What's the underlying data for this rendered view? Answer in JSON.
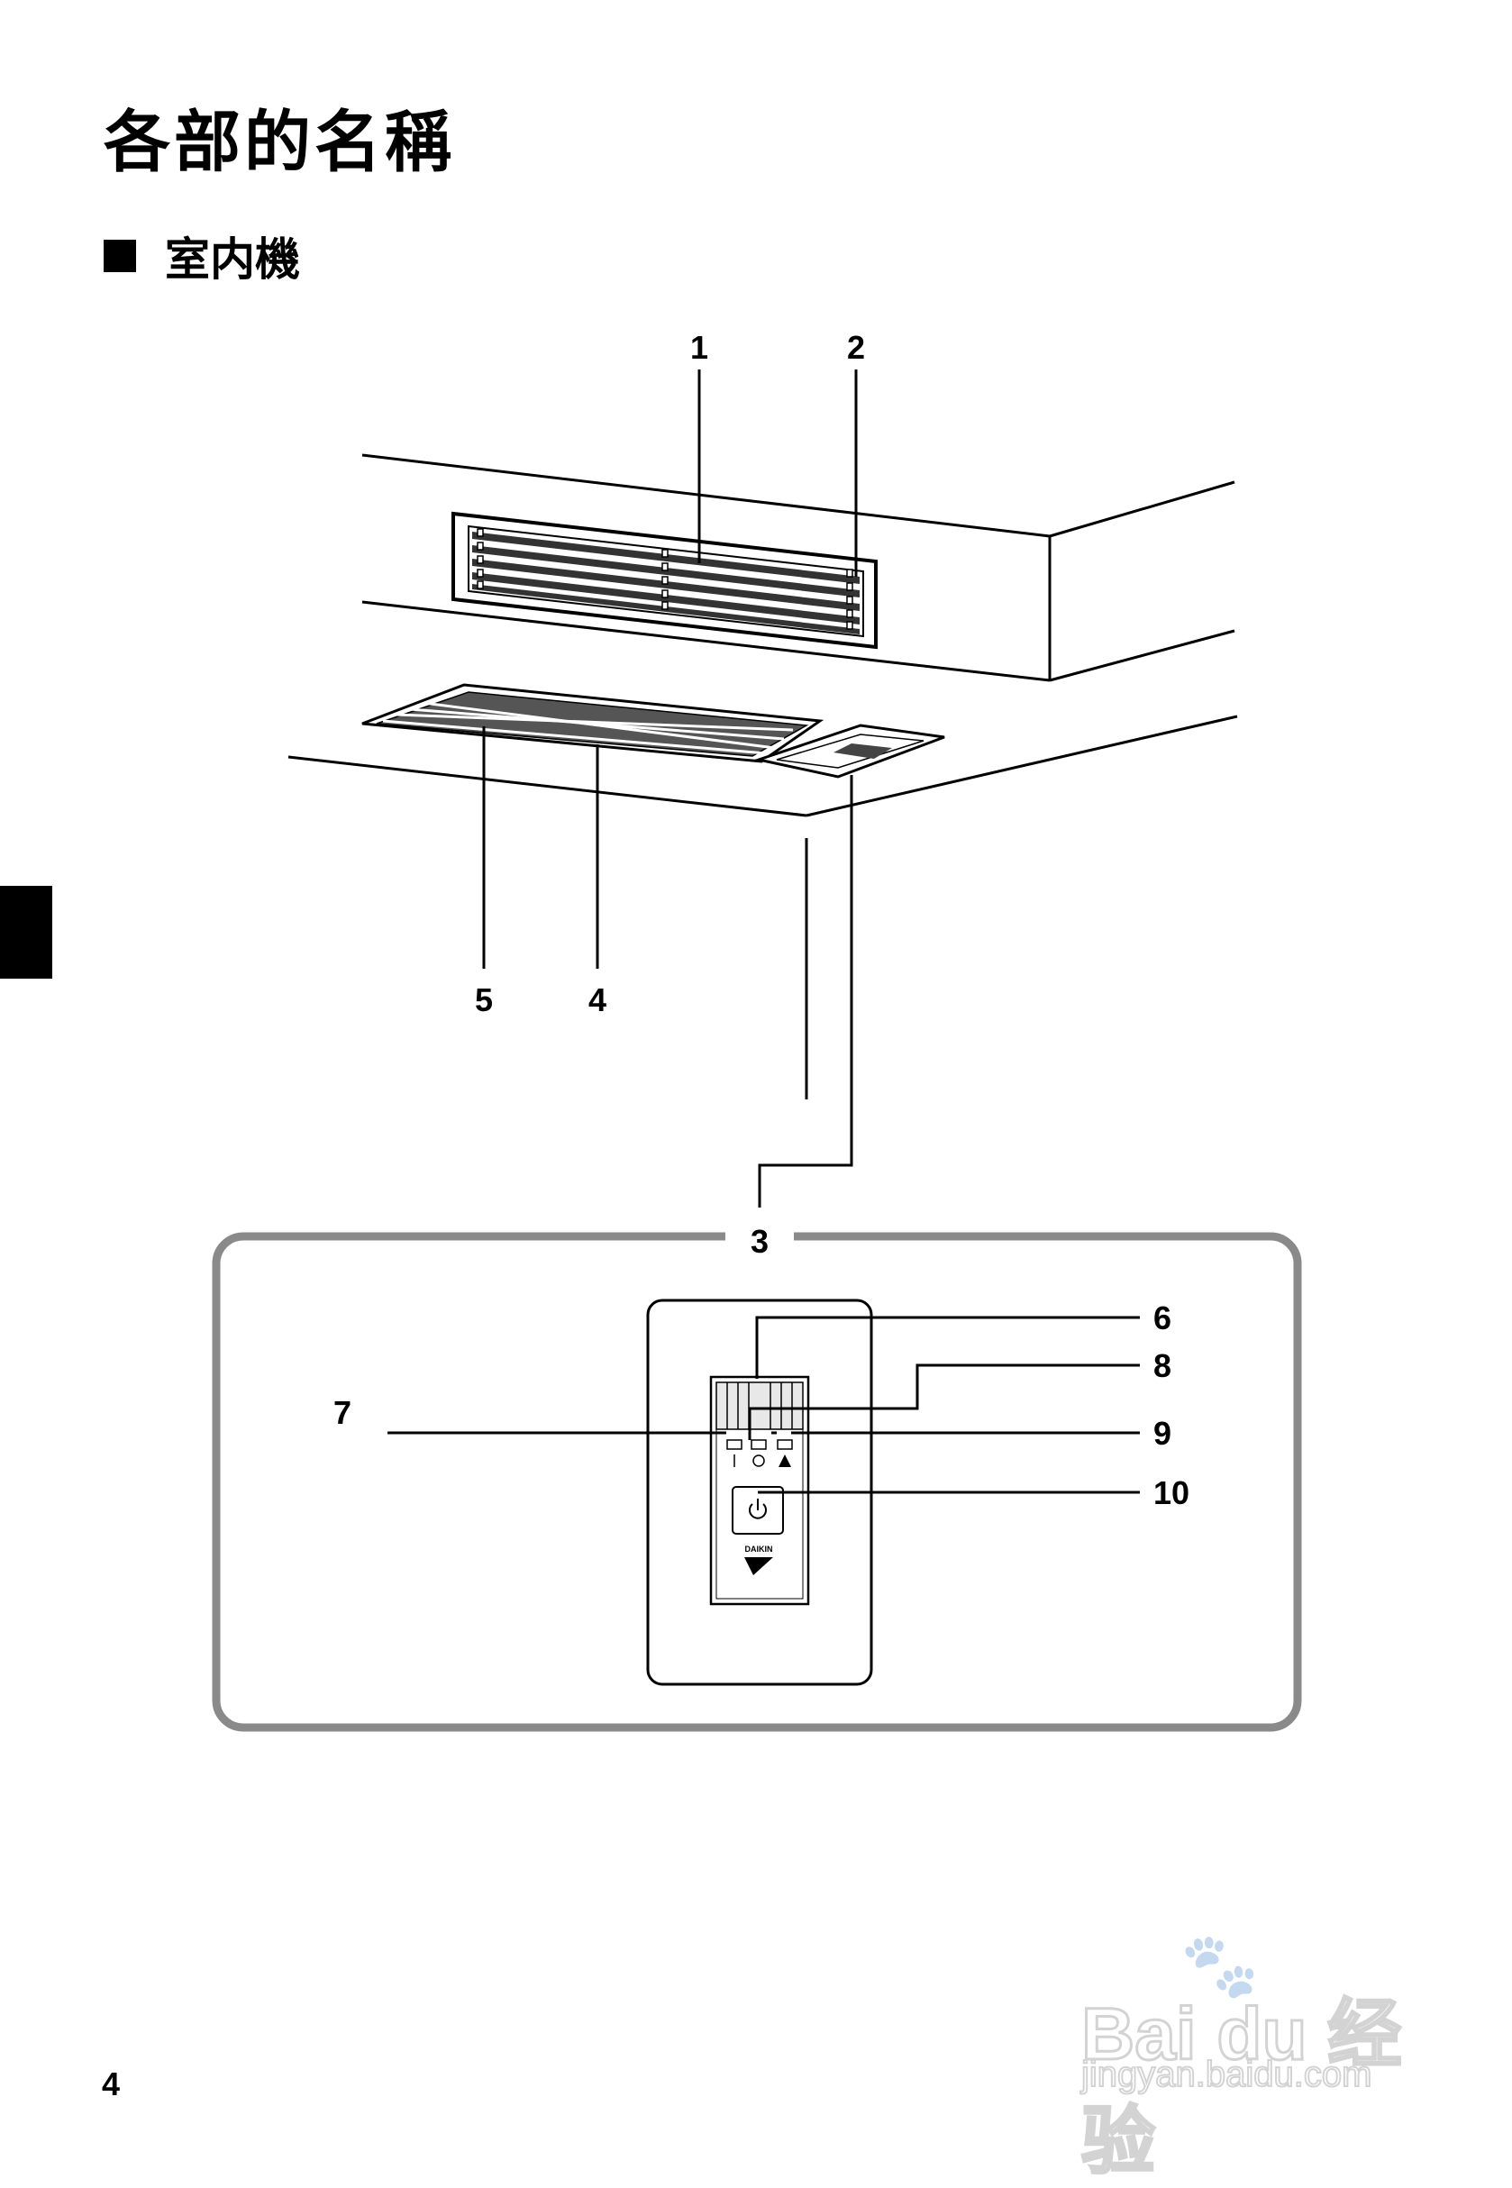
{
  "page": {
    "title": "各部的名稱",
    "section_title": "室内機",
    "page_number": "4"
  },
  "callouts": {
    "c1": "1",
    "c2": "2",
    "c3": "3",
    "c4": "4",
    "c5": "5",
    "c6": "6",
    "c7": "7",
    "c8": "8",
    "c9": "9",
    "c10": "10"
  },
  "receiver": {
    "logo_text": "DAIKIN",
    "lamp_icons": [
      "operation-lamp-icon",
      "timer-lamp-icon",
      "home-leave-icon"
    ],
    "button_icon": "power-icon"
  },
  "watermark": {
    "brand": "Bai du 经验",
    "url": "jingyan.baidu.com"
  },
  "colors": {
    "ink": "#000000",
    "frame": "#8a8a8a"
  }
}
